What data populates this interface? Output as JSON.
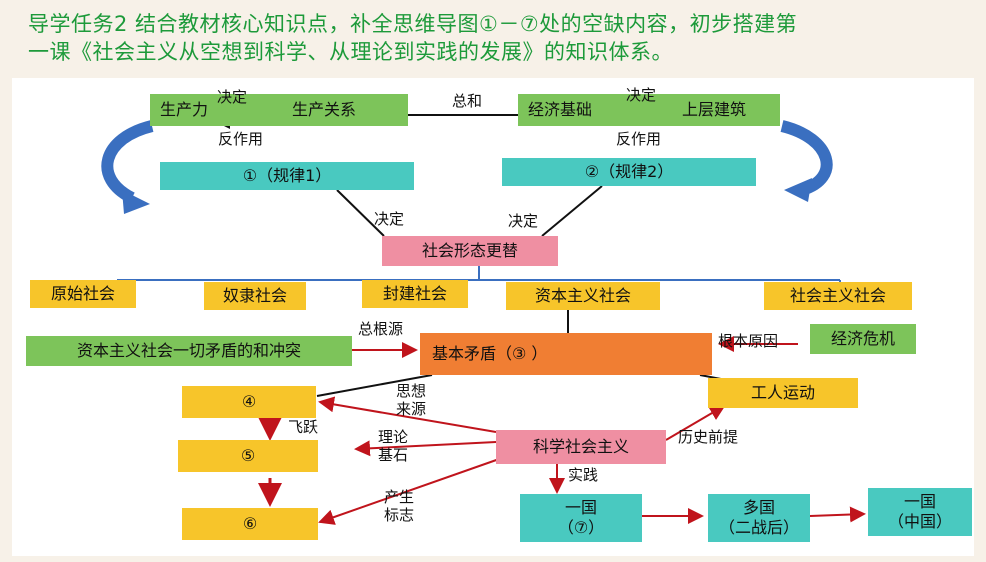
{
  "title": {
    "line1": "导学任务2   结合教材核心知识点，补全思维导图①－⑦处的空缺内容，初步搭建第",
    "line2": "一课《社会主义从空想到科学、从理论到实践的发展》的知识体系。"
  },
  "top": {
    "productivity": "生产力",
    "production_relations": "生产关系",
    "decide_left": "决定",
    "react_left": "反作用",
    "sum": "总和",
    "economic_base": "经济基础",
    "superstructure": "上层建筑",
    "decide_right": "决定",
    "react_right": "反作用"
  },
  "laws": {
    "law1": "①（规律1）",
    "law2": "②（规律2）",
    "decide_a": "决定",
    "decide_b": "决定"
  },
  "society_change": "社会形态更替",
  "societies": [
    "原始社会",
    "奴隶社会",
    "封建社会",
    "资本主义社会",
    "社会主义社会"
  ],
  "contradiction": {
    "root_source_label": "总根源",
    "all_conflicts": "资本主义社会一切矛盾的和冲突",
    "basic": "基本矛盾（③                              ）",
    "root_cause_label": "根本原因",
    "economic_crisis": "经济危机"
  },
  "science": {
    "box4": "④",
    "box5": "⑤",
    "box6": "⑥",
    "leap": "飞跃",
    "thought_source": [
      "思想",
      "来源"
    ],
    "theory_foundation": [
      "理论",
      "基石"
    ],
    "emergence_mark": [
      "产生",
      "标志"
    ],
    "scientific_socialism": "科学社会主义",
    "workers_movement": "工人运动",
    "historical_premise": "历史前提",
    "practice": "实践"
  },
  "practice_path": {
    "one_country": [
      "一国",
      "（⑦）"
    ],
    "multi_country": [
      "多国",
      "（二战后）"
    ],
    "china": [
      "一国",
      "（中国）"
    ]
  }
}
